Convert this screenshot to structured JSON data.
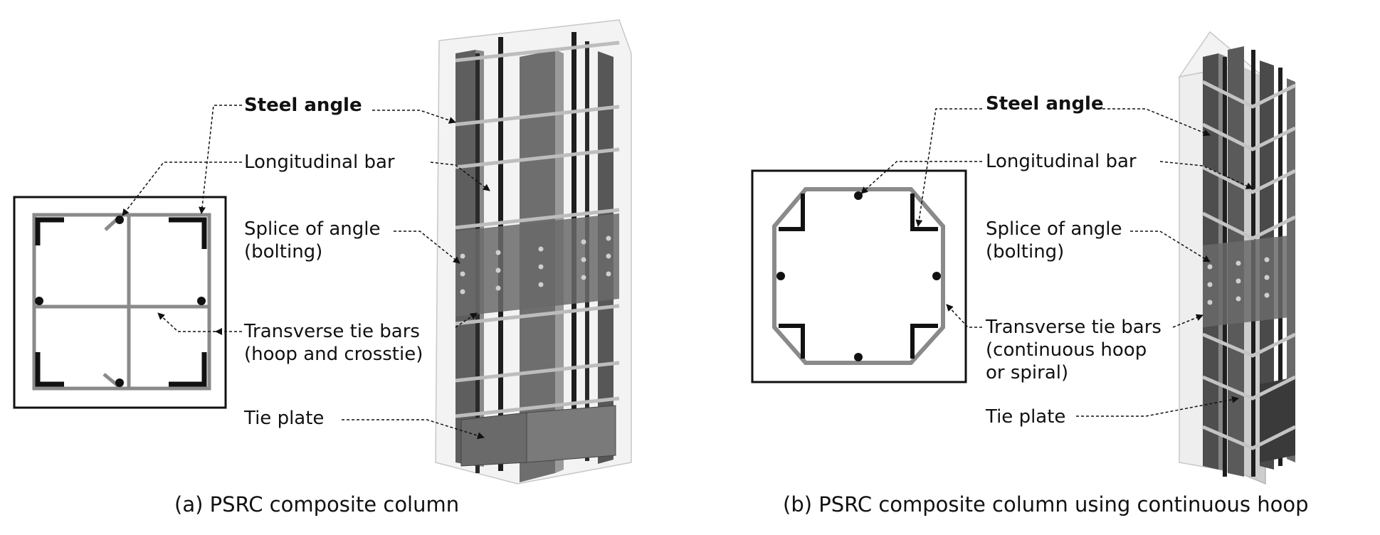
{
  "panel_a": {
    "labels": {
      "steel_angle": "Steel angle",
      "longitudinal_bar": "Longitudinal bar",
      "splice_line1": "Splice of angle",
      "splice_line2": "(bolting)",
      "tie_line1": "Transverse tie bars",
      "tie_line2": "(hoop and crosstie)",
      "tie_plate": "Tie plate"
    },
    "caption": "(a) PSRC composite column"
  },
  "panel_b": {
    "labels": {
      "steel_angle": "Steel angle",
      "longitudinal_bar": "Longitudinal bar",
      "splice_line1": "Splice of angle",
      "splice_line2": "(bolting)",
      "tie_line1": "Transverse tie bars",
      "tie_line2": "(continuous hoop",
      "tie_line3": "or spiral)",
      "tie_plate": "Tie plate"
    },
    "caption": "(b) PSRC composite column using continuous hoop"
  },
  "colors": {
    "hoop": "#8a8a8a",
    "angle": "#111111",
    "column_dark": "#5a5a5a",
    "column_mid": "#7c7c7c",
    "concrete": "#d9d9d9"
  }
}
